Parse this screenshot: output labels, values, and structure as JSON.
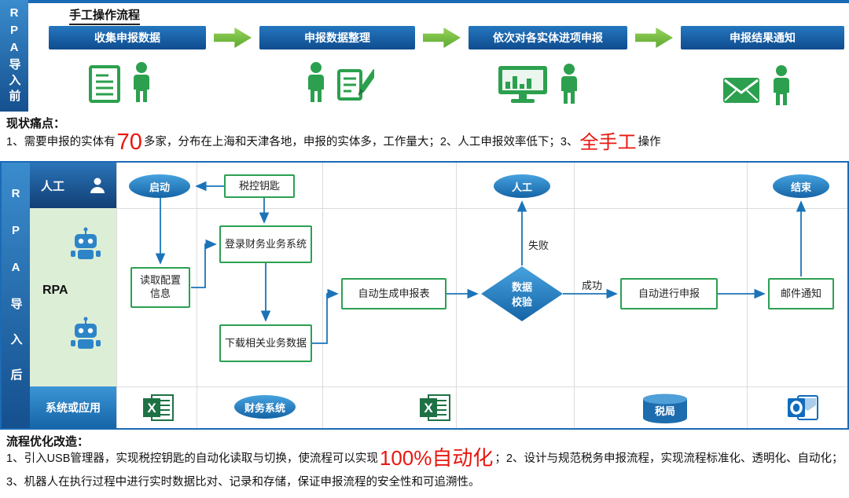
{
  "colors": {
    "blue": "#1b6ab5",
    "green": "#2ca04e",
    "red": "#e8170f",
    "lane_green": "#ddeed6"
  },
  "top": {
    "sidebar": "RPA导入前",
    "title": "手工操作流程",
    "steps": [
      {
        "label": "收集申报数据"
      },
      {
        "label": "申报数据整理"
      },
      {
        "label": "依次对各实体进项申报"
      },
      {
        "label": "申报结果通知"
      }
    ]
  },
  "pain": {
    "heading": "现状痛点：",
    "seg1": "1、需要申报的实体有",
    "big1": "70",
    "seg2": "多家，分布在上海和天津各地，申报的实体多，工作量大；2、人工申报效率低下；3、",
    "big2": "全手工",
    "seg3": "操作"
  },
  "flow": {
    "sidebar": "RPA导入后",
    "lanes": {
      "manual": "人工",
      "rpa": "RPA",
      "system": "系统或应用"
    },
    "nodes": {
      "start": "启动",
      "tax_key": "税控钥匙",
      "manual": "人工",
      "end": "结束",
      "read_config": "读取配置信息",
      "login": "登录财务业务系统",
      "download": "下载相关业务数据",
      "generate": "自动生成申报表",
      "validate": "数据校验",
      "declare": "自动进行申报",
      "email": "邮件通知"
    },
    "labels": {
      "fail": "失败",
      "success": "成功"
    },
    "systems": {
      "excel_letter": "X",
      "finance": "财务系统",
      "tax_bureau": "税局"
    }
  },
  "optimize": {
    "heading": "流程优化改造：",
    "seg1": "1、引入USB管理器，实现税控钥匙的自动化读取与切换，使流程可以实现",
    "big1": "100%自动化",
    "seg2": "；2、设计与规范税务申报流程，实现流程标准化、透明化、自动化；3、机器人在执行过程中进行实时数据比对、记录和存储，保证申报流程的安全性和可追溯性。"
  }
}
